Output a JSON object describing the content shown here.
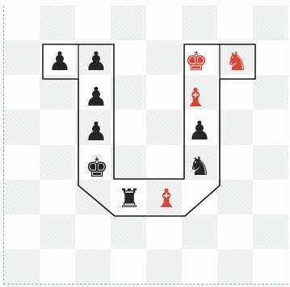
{
  "colors": {
    "board_light": "#fcfdfc",
    "board_dark": "#f1f3f2",
    "board_edge": "#7fb9a4",
    "black_piece": "#262626",
    "red_piece": "#d9473b",
    "track_line": "#1a1a1a"
  },
  "board": {
    "files": 8,
    "ranks": 8
  },
  "pieces": [
    {
      "id": "piece-1",
      "name": "pawn",
      "side": "black",
      "glyph": "♟"
    },
    {
      "id": "piece-2",
      "name": "pawn",
      "side": "black",
      "glyph": "♟"
    },
    {
      "id": "piece-3",
      "name": "pawn",
      "side": "black",
      "glyph": "♟"
    },
    {
      "id": "piece-4",
      "name": "pawn",
      "side": "black",
      "glyph": "♟"
    },
    {
      "id": "piece-5",
      "name": "king",
      "side": "black",
      "glyph": "♚"
    },
    {
      "id": "piece-6",
      "name": "rook",
      "side": "black",
      "glyph": "♜"
    },
    {
      "id": "piece-7",
      "name": "bishop",
      "side": "red",
      "glyph": "♝"
    },
    {
      "id": "piece-8",
      "name": "knight",
      "side": "black",
      "glyph": "♞"
    },
    {
      "id": "piece-9",
      "name": "pawn",
      "side": "black",
      "glyph": "♟"
    },
    {
      "id": "piece-10",
      "name": "bishop",
      "side": "red",
      "glyph": "♝"
    },
    {
      "id": "piece-11",
      "name": "king",
      "side": "red",
      "glyph": "♚"
    },
    {
      "id": "piece-12",
      "name": "knight",
      "side": "red",
      "glyph": "♞"
    }
  ]
}
